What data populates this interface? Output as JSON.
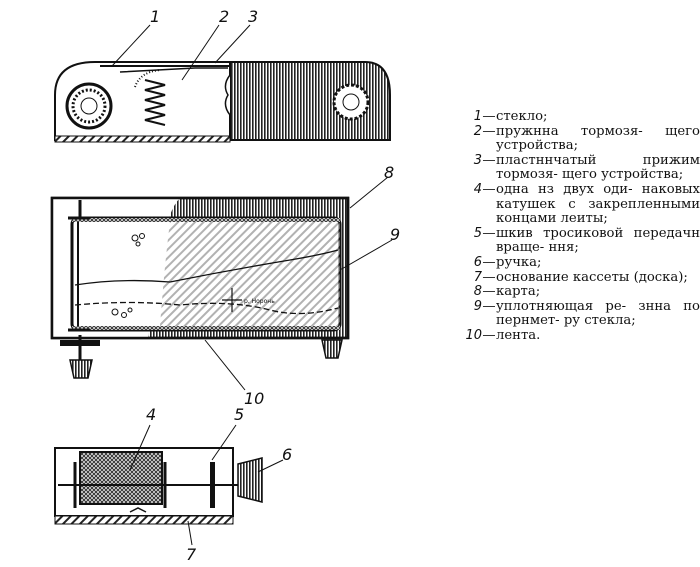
{
  "figure": {
    "callouts": [
      "1",
      "2",
      "3",
      "4",
      "5",
      "6",
      "7",
      "8",
      "9",
      "10"
    ],
    "map_caption": "р. Норонь"
  },
  "legend": {
    "dash": "—",
    "items": [
      {
        "num": "1",
        "text": "стекло;"
      },
      {
        "num": "2",
        "text": "пружнна тормозя- щего устройства;"
      },
      {
        "num": "3",
        "text": "пластннчатый прижим тормозя- щего устройства;"
      },
      {
        "num": "4",
        "text": "одна нз двух оди- наковых катушек с закрепленными концами леиты;"
      },
      {
        "num": "5",
        "text": "шкив тросиковой передачн враще- ння;"
      },
      {
        "num": "6",
        "text": "ручка;"
      },
      {
        "num": "7",
        "text": "основание кассеты (доска);"
      },
      {
        "num": "8",
        "text": "карта;"
      },
      {
        "num": "9",
        "text": "уплотняющая ре- знна по пернмет- ру стекла;"
      },
      {
        "num": "10",
        "text": "лента."
      }
    ]
  }
}
